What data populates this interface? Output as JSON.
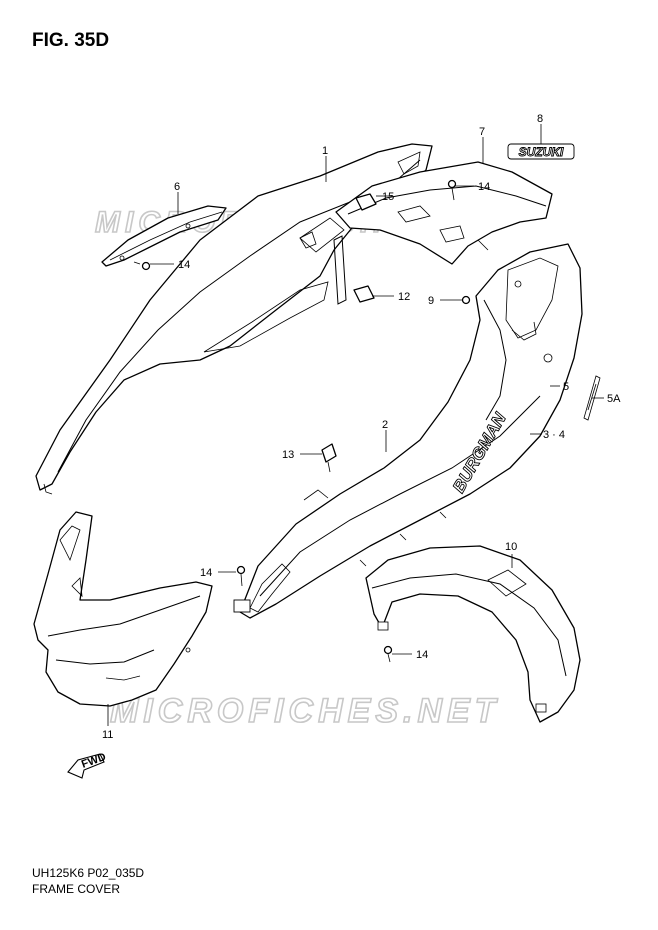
{
  "figure": {
    "title": "FIG. 35D",
    "code": "UH125K6 P02_035D",
    "name": "FRAME COVER"
  },
  "watermark": "MICROFICHES.NET",
  "logos": {
    "brand": "SUZUKI",
    "model": "BURGMAN",
    "fwd": "FWD"
  },
  "callouts": [
    {
      "id": "c1",
      "label": "1"
    },
    {
      "id": "c2",
      "label": "2"
    },
    {
      "id": "c34",
      "label": "3 · 4"
    },
    {
      "id": "c5",
      "label": "5"
    },
    {
      "id": "c5a",
      "label": "5A"
    },
    {
      "id": "c6",
      "label": "6"
    },
    {
      "id": "c7",
      "label": "7"
    },
    {
      "id": "c8",
      "label": "8"
    },
    {
      "id": "c9",
      "label": "9"
    },
    {
      "id": "c10",
      "label": "10"
    },
    {
      "id": "c11",
      "label": "11"
    },
    {
      "id": "c12",
      "label": "12"
    },
    {
      "id": "c13",
      "label": "13"
    },
    {
      "id": "c14a",
      "label": "14"
    },
    {
      "id": "c14b",
      "label": "14"
    },
    {
      "id": "c14c",
      "label": "14"
    },
    {
      "id": "c14d",
      "label": "14"
    },
    {
      "id": "c15",
      "label": "15"
    }
  ]
}
